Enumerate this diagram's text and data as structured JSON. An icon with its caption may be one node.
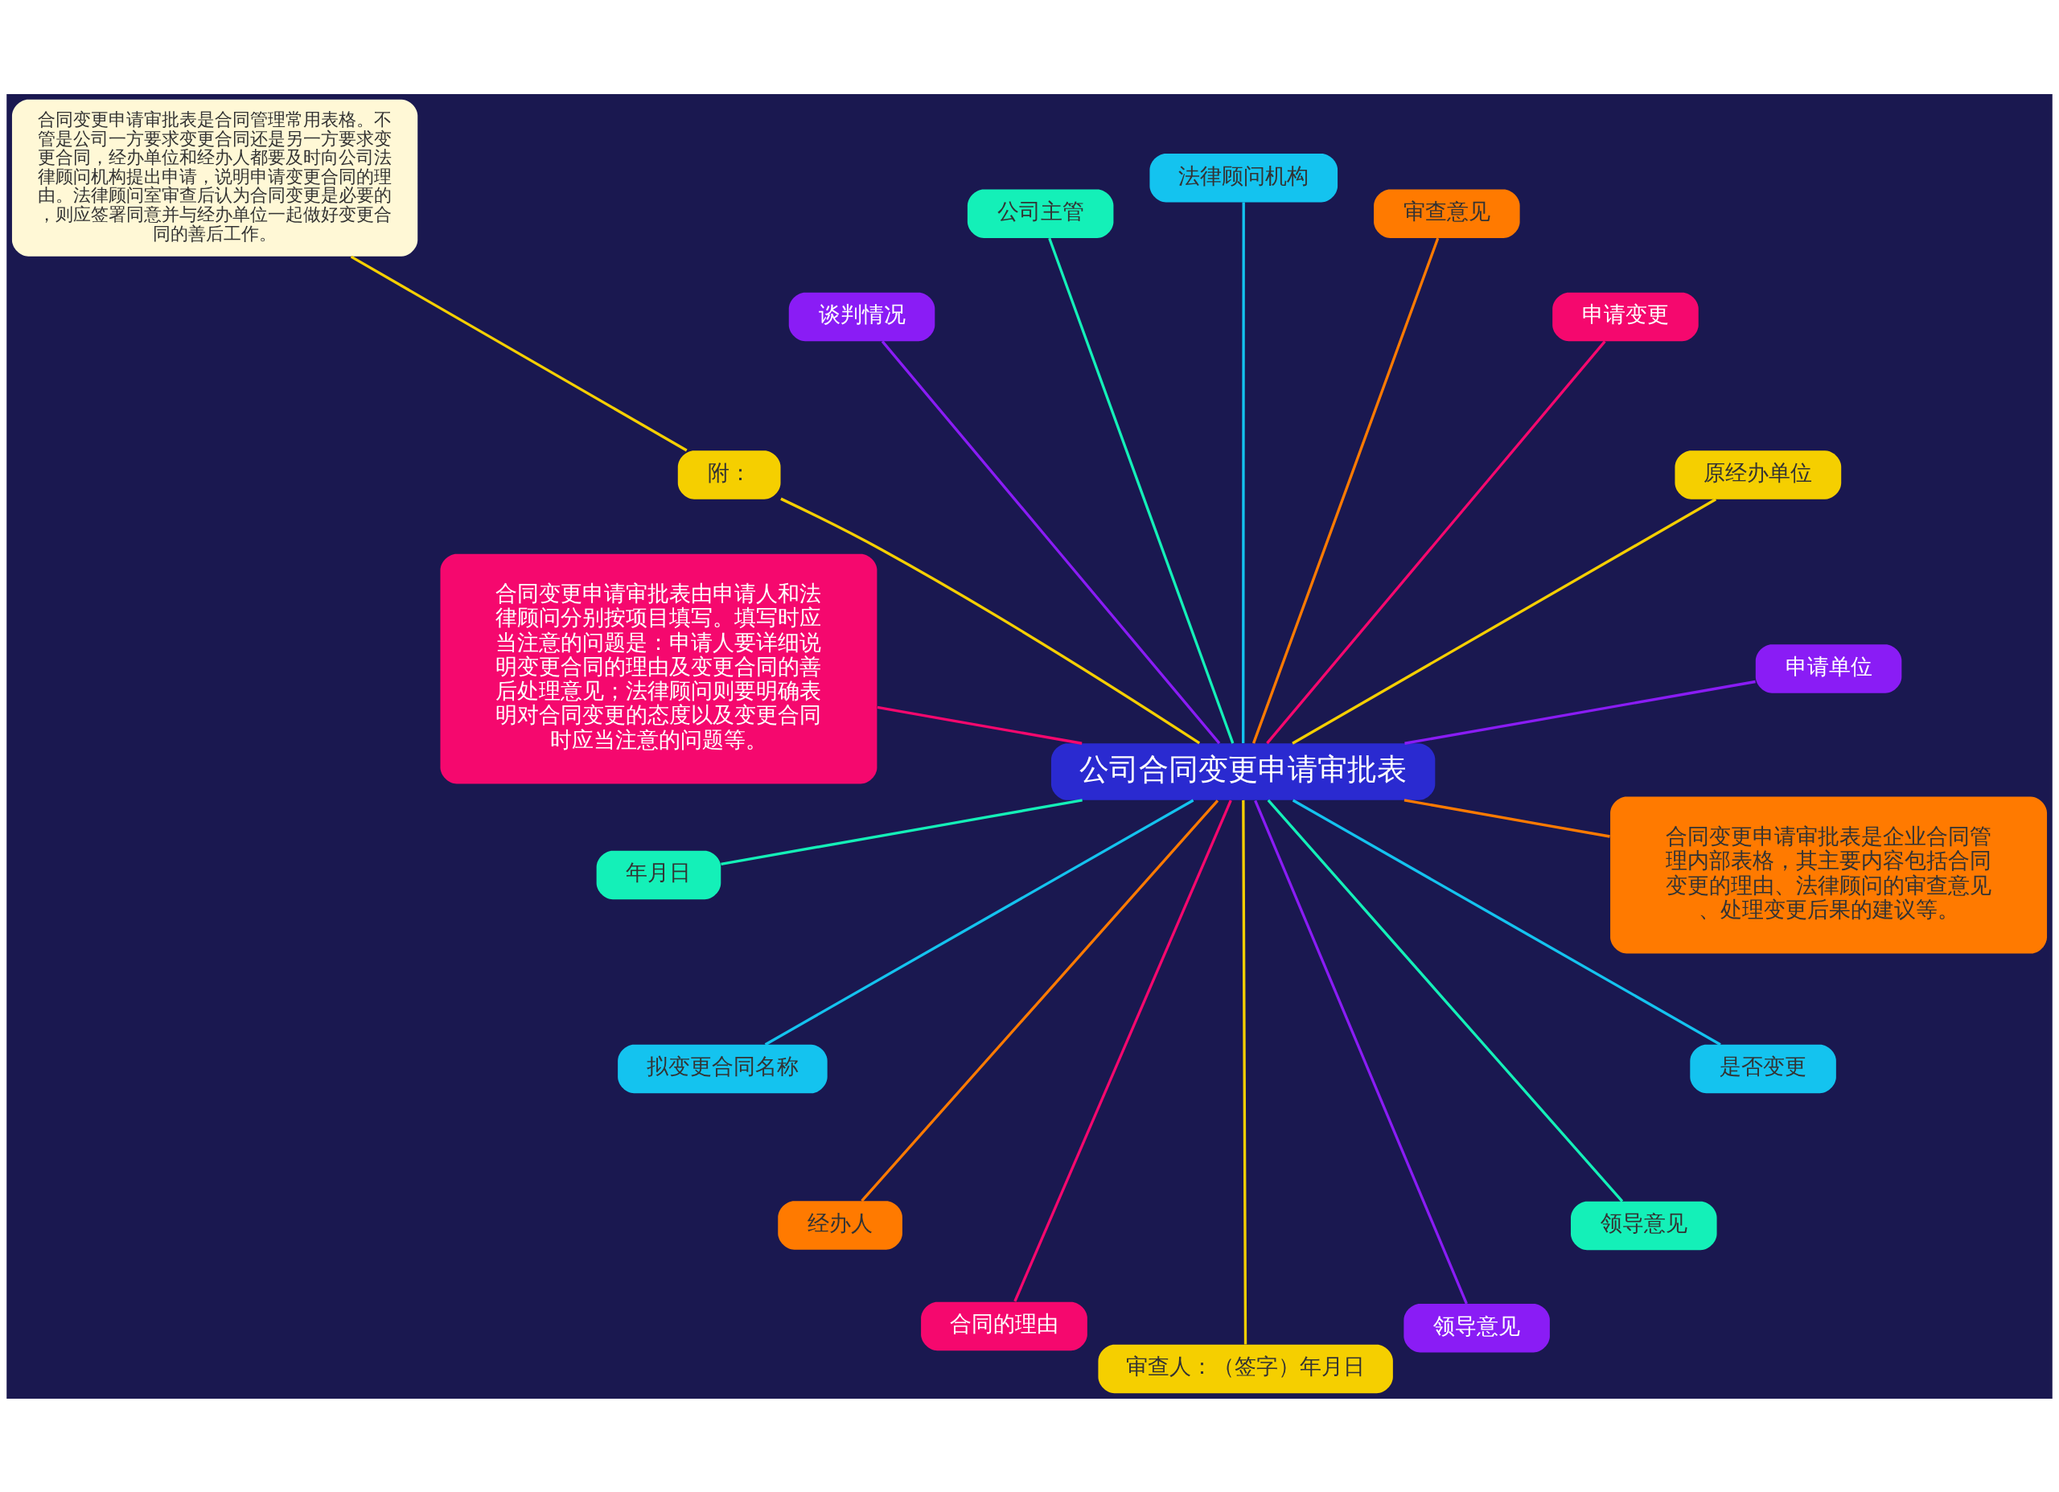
{
  "diagram": {
    "nodes": [
      {
        "text": [
          "公司合同变更申请审批表"
        ]
      },
      {
        "text": [
          "申请单位"
        ]
      },
      {
        "text": [
          "原经办单位"
        ]
      },
      {
        "text": [
          "申请变更"
        ]
      },
      {
        "text": [
          "审查意见"
        ]
      },
      {
        "text": [
          "法律顾问机构"
        ]
      },
      {
        "text": [
          "公司主管"
        ]
      },
      {
        "text": [
          "谈判情况"
        ]
      },
      {
        "text": [
          "附："
        ]
      },
      {
        "text": [
          "合同变更申请审批表是合同管理常用表格。不管是公司一方要求变更合同还是另一方要求变更合同，经办单位和经办人都要及时向公司法律顾问机构提出申请，说明申请变更合同的理由。法律顾问室审查后认为合同变更是必要的，则应签署同意并与经办单位一起做好变更合同的善后工作。"
        ]
      },
      {
        "text": [
          "合同变更申请审批表由申请人和法律顾问分别按项目填写。填写时应当注意的问题是：申请人要详细说明变更合同的理由及变更合同的善后处理意见；法律顾问则要明确表明对合同变更的态度以及变更合同时应当注意的问题等。"
        ]
      },
      {
        "text": [
          "年月日"
        ]
      },
      {
        "text": [
          "拟变更合同名称"
        ]
      },
      {
        "text": [
          "经办人"
        ]
      },
      {
        "text": [
          "合同的理由"
        ]
      },
      {
        "text": [
          "审查人：（签字）年月日"
        ]
      },
      {
        "text": [
          "领导意见"
        ]
      },
      {
        "text": [
          "领导意见"
        ]
      },
      {
        "text": [
          "是否变更"
        ]
      },
      {
        "text": [
          "合同变更申请审批表是企业合同管理内部表格，其主要内容包括合同变更的理由、法律顾问的审查意见、处理变更后果的建议等。"
        ]
      }
    ],
    "edges": [
      {
        "from": 0,
        "to": 1,
        "arrow": "none",
        "color": "#8a1cf5"
      },
      {
        "from": 0,
        "to": 2,
        "arrow": "none",
        "color": "#f5cf00"
      },
      {
        "from": 0,
        "to": 3,
        "arrow": "none",
        "color": "#f5086e"
      },
      {
        "from": 0,
        "to": 4,
        "arrow": "none",
        "color": "#ff7a00"
      },
      {
        "from": 0,
        "to": 5,
        "arrow": "none",
        "color": "#14c3ef"
      },
      {
        "from": 0,
        "to": 6,
        "arrow": "none",
        "color": "#14f0b8"
      },
      {
        "from": 0,
        "to": 7,
        "arrow": "none",
        "color": "#8a1cf5"
      },
      {
        "from": 0,
        "to": 8,
        "arrow": "none",
        "color": "#f5cf00"
      },
      {
        "from": 8,
        "to": 9,
        "arrow": "none",
        "color": "#f5cf00"
      },
      {
        "from": 0,
        "to": 10,
        "arrow": "none",
        "color": "#f5086e"
      },
      {
        "from": 0,
        "to": 11,
        "arrow": "none",
        "color": "#14f0b8"
      },
      {
        "from": 0,
        "to": 12,
        "arrow": "none",
        "color": "#14c3ef"
      },
      {
        "from": 0,
        "to": 13,
        "arrow": "none",
        "color": "#ff7a00"
      },
      {
        "from": 0,
        "to": 14,
        "arrow": "none",
        "color": "#f5086e"
      },
      {
        "from": 0,
        "to": 15,
        "arrow": "none",
        "color": "#f5cf00"
      },
      {
        "from": 0,
        "to": 16,
        "arrow": "none",
        "color": "#8a1cf5"
      },
      {
        "from": 0,
        "to": 17,
        "arrow": "none",
        "color": "#14f0b8"
      },
      {
        "from": 0,
        "to": 18,
        "arrow": "none",
        "color": "#14c3ef"
      },
      {
        "from": 0,
        "to": 19,
        "arrow": "none",
        "color": "#ff7a00"
      }
    ]
  }
}
